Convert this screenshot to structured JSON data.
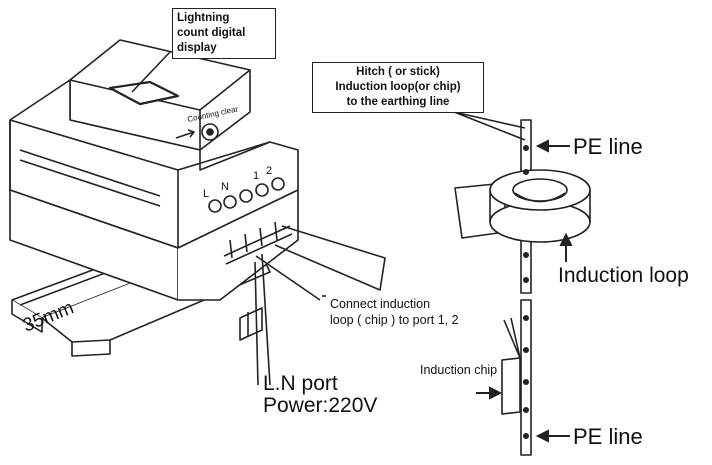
{
  "labels": {
    "lightning_callout": [
      "Lightning",
      "count digital",
      "display"
    ],
    "counting_clear": "Counting clear",
    "port_letters": [
      "L",
      "N",
      "1",
      "2"
    ],
    "rail_width": "35mm",
    "hitch_callout": [
      "Hitch ( or stick)",
      "Induction loop(or chip)",
      "to the earthing line"
    ],
    "pe_line_top": "PE line",
    "induction_loop": "Induction loop",
    "connect_note": [
      "Connect induction",
      "loop ( chip ) to port 1, 2"
    ],
    "induction_chip": "Induction chip",
    "ln_port": "L.N port",
    "power": "Power:220V",
    "pe_line_bottom": "PE line"
  }
}
